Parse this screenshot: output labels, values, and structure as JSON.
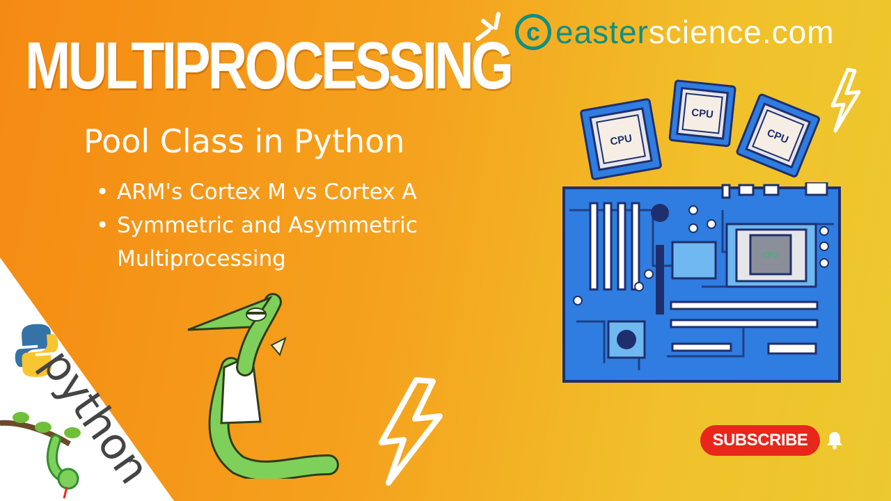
{
  "title": "MULTIPROCESSING",
  "subtitle": "Pool Class in Python",
  "bullets": [
    "ARM's Cortex M vs Cortex A",
    "Symmetric and Asymmetric Multiprocessing"
  ],
  "logo": {
    "part1": "easter",
    "part2": "science.com",
    "mark": "c"
  },
  "cpu_chip_labels": [
    "CPU",
    "CPU",
    "CPU",
    "CPU"
  ],
  "python_brand": {
    "word": "python",
    "trademark": "™"
  },
  "subscribe_label": "SUBSCRIBE",
  "colors": {
    "accent_teal": "#0f8f82",
    "board_blue": "#2f7de0",
    "board_dark": "#1f2f6e",
    "subscribe_red": "#e8261c",
    "snake_green": "#7fd05a"
  },
  "icons": [
    "bell-icon",
    "lightning-bolt-icon",
    "python-logo-icon",
    "cpu-chip-icon",
    "motherboard-illustration",
    "snake-mascot"
  ]
}
